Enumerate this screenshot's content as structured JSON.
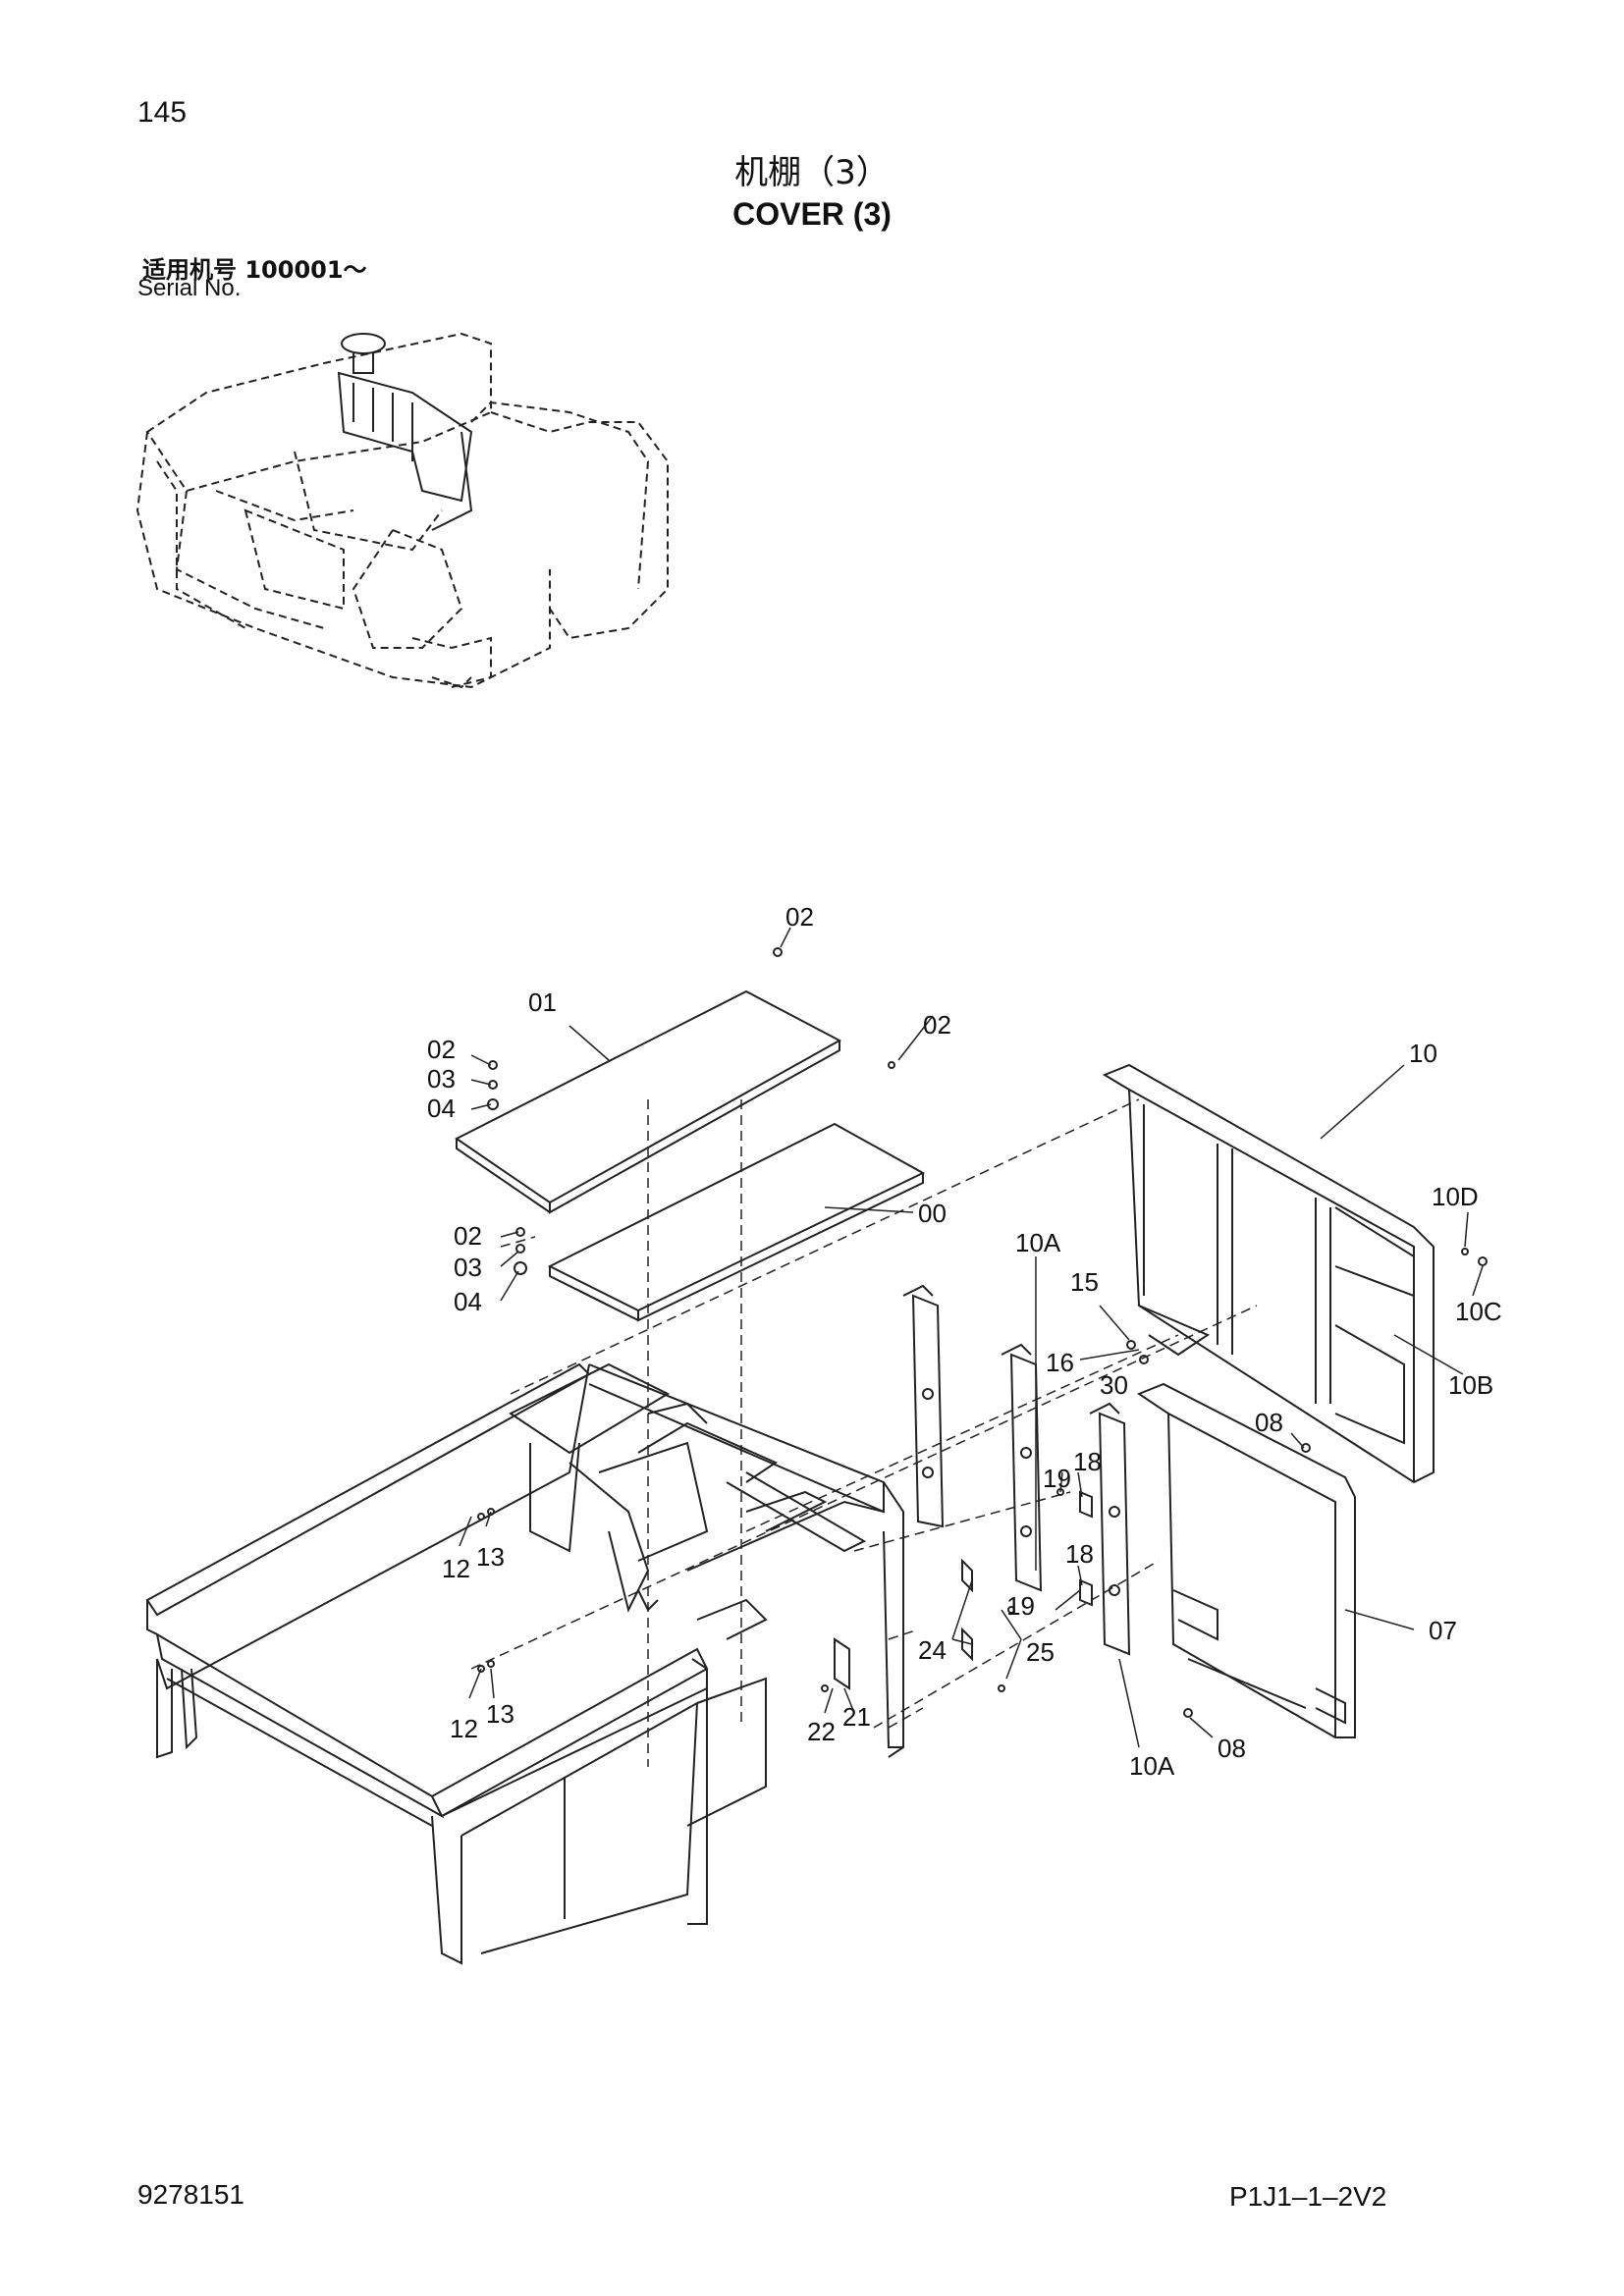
{
  "page_number": "145",
  "title_zh": "机棚（3）",
  "title_en": "COVER (3)",
  "serial_zh": "适用机号  100001～",
  "serial_en": "Serial No.",
  "footer_left": "9278151",
  "footer_right": "P1J1–1–2V2",
  "callouts": [
    "02",
    "01",
    "02",
    "02",
    "03",
    "04",
    "10",
    "00",
    "10D",
    "02",
    "03",
    "04",
    "10A",
    "15",
    "10C",
    "16",
    "30",
    "10B",
    "08",
    "18",
    "19",
    "12",
    "13",
    "18",
    "19",
    "07",
    "24",
    "25",
    "12",
    "13",
    "22",
    "21",
    "10A",
    "08"
  ]
}
